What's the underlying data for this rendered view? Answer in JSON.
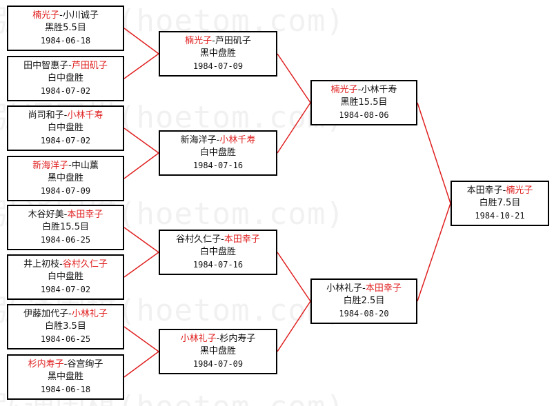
{
  "watermark": "弘通围棋(hoetom.com)",
  "colors": {
    "winner": "#e02020",
    "connector": "#e02020",
    "border": "#000000",
    "text": "#111111"
  },
  "rounds": [
    {
      "name": "r1",
      "matches": [
        {
          "p1": "楠光子",
          "sep": "-",
          "p2": "小川诚子",
          "winner": 1,
          "result": "黑胜5.5目",
          "date": "1984-06-18"
        },
        {
          "p1": "田中智惠子",
          "sep": "-",
          "p2": "芦田矶子",
          "winner": 2,
          "result": "白中盘胜",
          "date": "1984-07-02"
        },
        {
          "p1": "尚司和子",
          "sep": "-",
          "p2": "小林千寿",
          "winner": 2,
          "result": "白中盘胜",
          "date": "1984-07-02"
        },
        {
          "p1": "新海洋子",
          "sep": "-",
          "p2": "中山薰",
          "winner": 1,
          "result": "黑中盘胜",
          "date": "1984-07-09"
        },
        {
          "p1": "木谷好美",
          "sep": "-",
          "p2": "本田幸子",
          "winner": 2,
          "result": "白胜15.5目",
          "date": "1984-06-25"
        },
        {
          "p1": "井上初枝",
          "sep": "-",
          "p2": "谷村久仁子",
          "winner": 2,
          "result": "白中盘胜",
          "date": "1984-07-02"
        },
        {
          "p1": "伊藤加代子",
          "sep": "-",
          "p2": "小林礼子",
          "winner": 2,
          "result": "白胜3.5目",
          "date": "1984-06-25"
        },
        {
          "p1": "杉内寿子",
          "sep": "-",
          "p2": "谷宫绚子",
          "winner": 1,
          "result": "黑中盘胜",
          "date": "1984-06-18"
        }
      ]
    },
    {
      "name": "r2",
      "matches": [
        {
          "p1": "楠光子",
          "sep": "-",
          "p2": "芦田矶子",
          "winner": 1,
          "result": "黑中盘胜",
          "date": "1984-07-09"
        },
        {
          "p1": "新海洋子",
          "sep": "-",
          "p2": "小林千寿",
          "winner": 2,
          "result": "白中盘胜",
          "date": "1984-07-16"
        },
        {
          "p1": "谷村久仁子",
          "sep": "-",
          "p2": "本田幸子",
          "winner": 2,
          "result": "白中盘胜",
          "date": "1984-07-16"
        },
        {
          "p1": "小林礼子",
          "sep": "-",
          "p2": "杉内寿子",
          "winner": 1,
          "result": "黑中盘胜",
          "date": "1984-07-09"
        }
      ]
    },
    {
      "name": "r3",
      "matches": [
        {
          "p1": "楠光子",
          "sep": "-",
          "p2": "小林千寿",
          "winner": 1,
          "result": "黑胜15.5目",
          "date": "1984-08-06"
        },
        {
          "p1": "小林礼子",
          "sep": "-",
          "p2": "本田幸子",
          "winner": 2,
          "result": "白胜2.5目",
          "date": "1984-08-20"
        }
      ]
    },
    {
      "name": "final",
      "matches": [
        {
          "p1": "本田幸子",
          "sep": "-",
          "p2": "楠光子",
          "winner": 2,
          "result": "白胜7.5目",
          "date": "1984-10-21"
        }
      ]
    }
  ]
}
